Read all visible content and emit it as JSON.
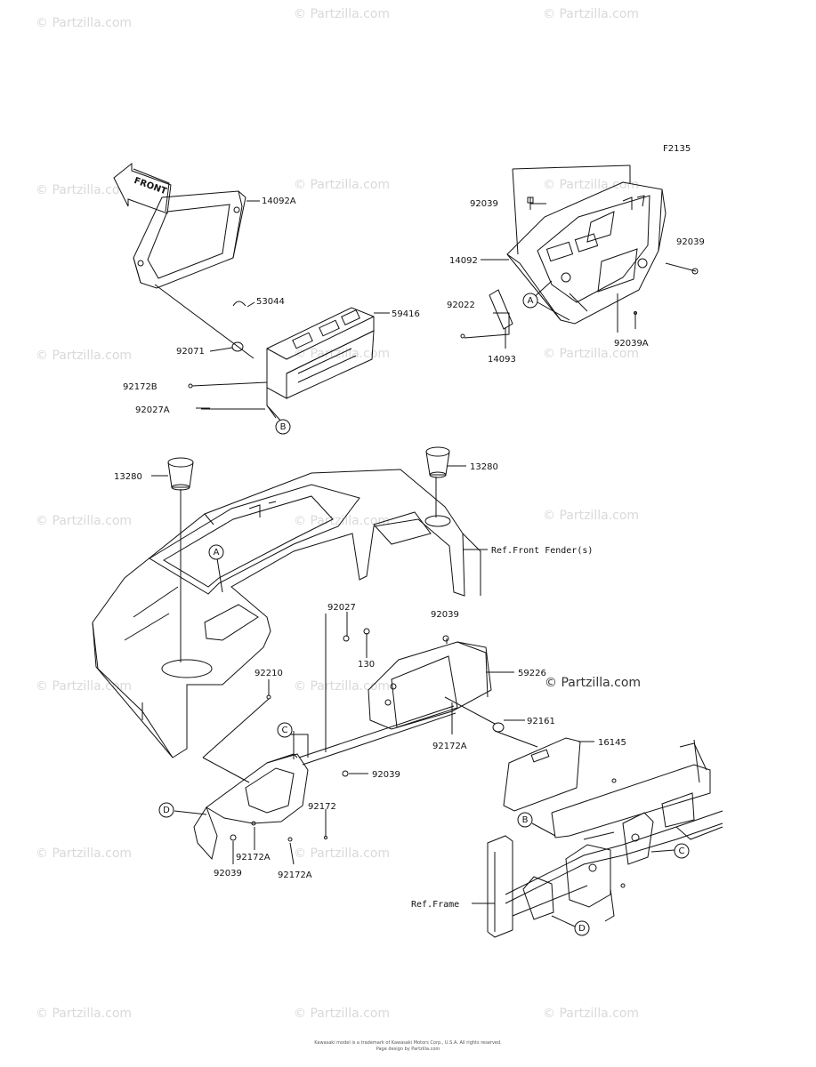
{
  "figure_code": "F2135",
  "front_marker": "FRONT",
  "watermark_text": "© Partzilla.com",
  "copyright": {
    "line1": "Kawasaki model is a trademark of Kawasaki Motors Corp., U.S.A. All rights reserved.",
    "line2": "Page design by Partzilla.com"
  },
  "callouts": {
    "A": "A",
    "B": "B",
    "C": "C",
    "D": "D"
  },
  "parts": {
    "p14092A": "14092A",
    "p53044": "53044",
    "p59416": "59416",
    "p92071": "92071",
    "p92172B": "92172B",
    "p92027A": "92027A",
    "p92039_a": "92039",
    "p14092": "14092",
    "p92039_b": "92039",
    "p92022": "92022",
    "p14093": "14093",
    "p92039A": "92039A",
    "p13280_l": "13280",
    "p13280_r": "13280",
    "ref_front_fender": "Ref.Front Fender(s)",
    "p92027": "92027",
    "p130": "130",
    "p92039_c": "92039",
    "p59226": "59226",
    "p92210": "92210",
    "p92161": "92161",
    "p92172A_a": "92172A",
    "p16145": "16145",
    "p92039_d": "92039",
    "p92172": "92172",
    "p92039_e": "92039",
    "p92172A_b": "92172A",
    "p92172A_c": "92172A",
    "ref_frame": "Ref.Frame"
  }
}
